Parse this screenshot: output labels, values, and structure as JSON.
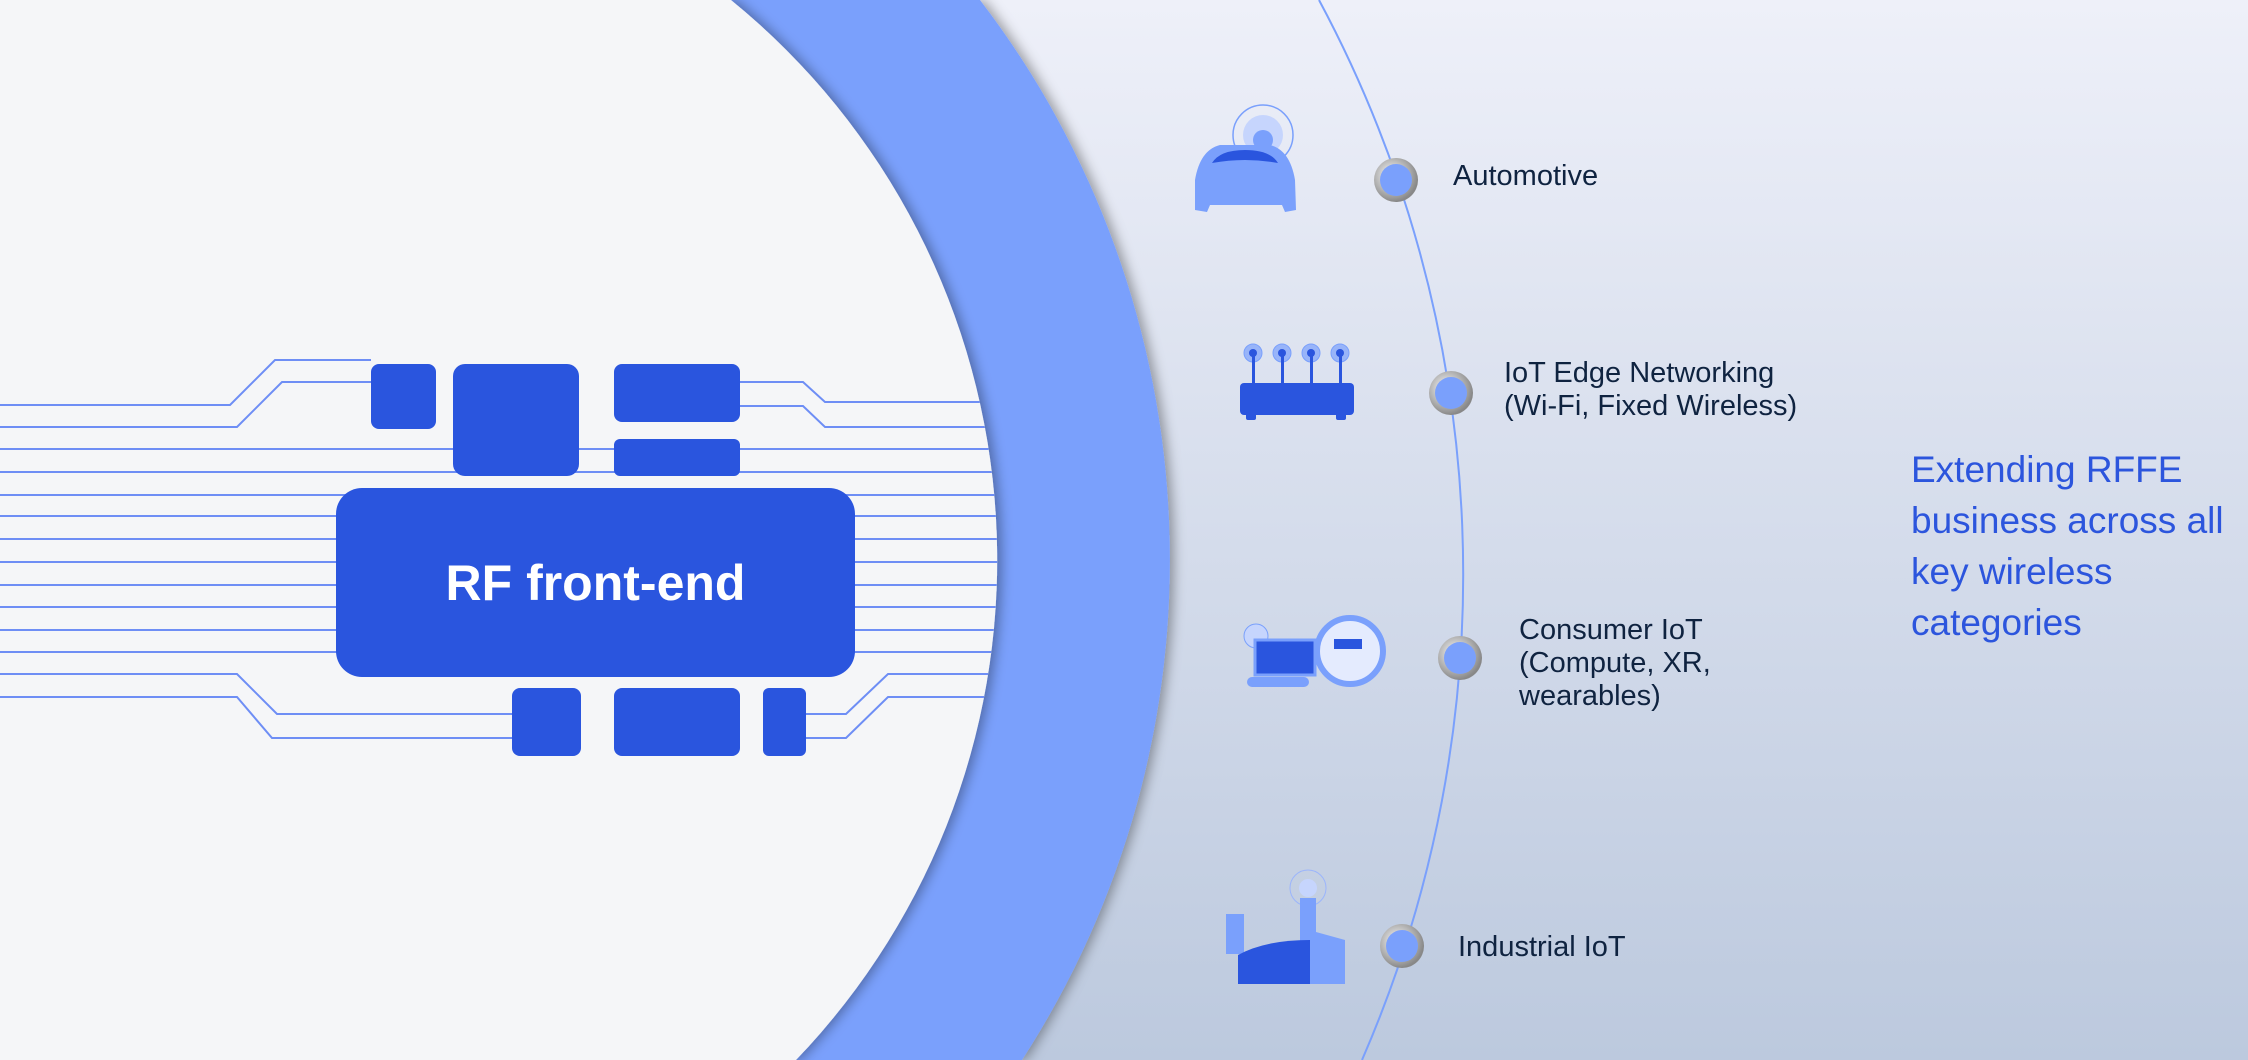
{
  "chip": {
    "label": "RF front-end"
  },
  "categories": [
    {
      "name": "Automotive",
      "icon": "car-icon"
    },
    {
      "name": "IoT Edge Networking",
      "name2": "(Wi-Fi, Fixed Wireless)",
      "icon": "router-icon"
    },
    {
      "name": "Consumer IoT",
      "name2": "(Compute, XR,",
      "name3": "wearables)",
      "icon": "laptop-xr-icon"
    },
    {
      "name": "Industrial IoT",
      "icon": "factory-icon"
    }
  ],
  "tagline": "Extending RFFE business across all key wireless categories",
  "colors": {
    "accent": "#2a55de",
    "light_accent": "#7aa0fc",
    "text": "#0f2340"
  }
}
